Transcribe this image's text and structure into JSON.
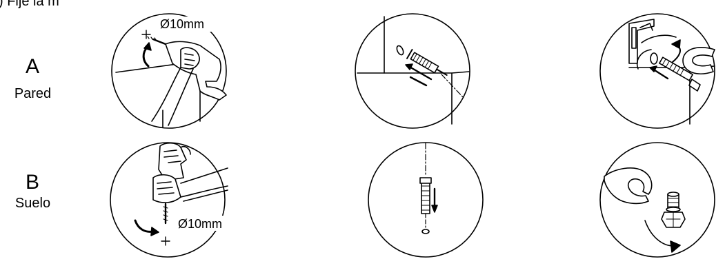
{
  "header_fragment": ") Fije la m",
  "rows": [
    {
      "letter": "A",
      "label": "Pared"
    },
    {
      "letter": "B",
      "label": "Suelo"
    }
  ],
  "dimensions": {
    "row_a": "Ø10mm",
    "row_b": "Ø10mm"
  },
  "colors": {
    "line": "#000000",
    "background": "#ffffff"
  }
}
